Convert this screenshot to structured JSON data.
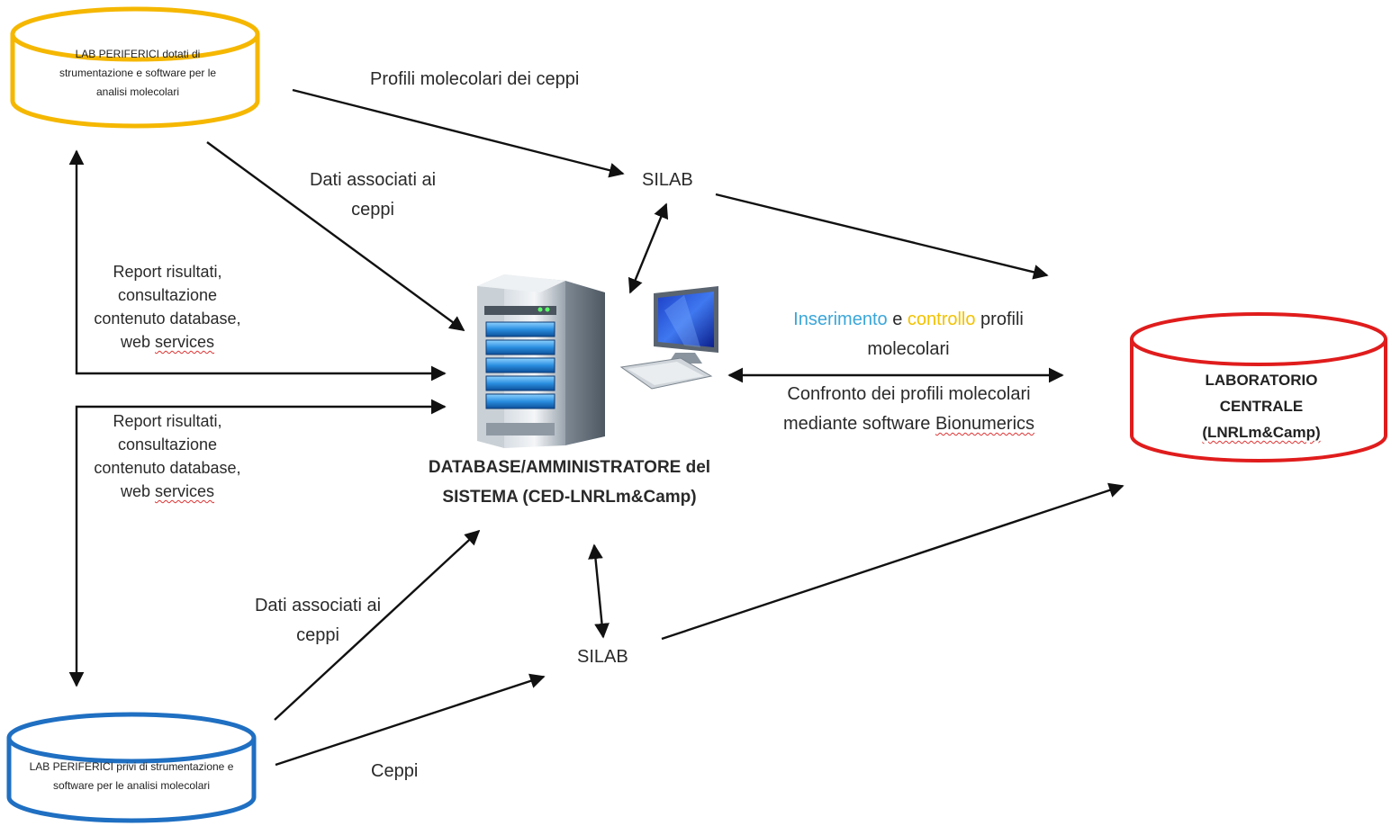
{
  "nodes": {
    "lab_periferici_top": {
      "text": "LAB PERIFERICI dotati di strumentazione e software per le analisi molecolari",
      "color": "#f5b700"
    },
    "lab_periferici_bottom": {
      "text": "LAB PERIFERICI privi di strumentazione e software per le analisi molecolari",
      "color": "#1f6fc2"
    },
    "laboratorio_centrale": {
      "line1": "LABORATORIO",
      "line2": "CENTRALE",
      "line3": "(LNRLm&Camp)",
      "color": "#e01c1c"
    },
    "database": {
      "line1": "DATABASE/AMMINISTRATORE del",
      "line2": "SISTEMA (CED-LNRLm&Camp)"
    },
    "silab_top": "SILAB",
    "silab_bottom": "SILAB"
  },
  "edge_labels": {
    "profili": "Profili molecolari dei ceppi",
    "dati_top": {
      "line1": "Dati associati ai",
      "line2": "ceppi"
    },
    "report_top": {
      "line1": "Report risultati,",
      "line2": "consultazione",
      "line3": "contenuto database,",
      "line4_a": "web ",
      "line4_b": "services"
    },
    "report_bottom": {
      "line1": "Report risultati,",
      "line2": "consultazione",
      "line3": "contenuto database,",
      "line4_a": "web ",
      "line4_b": "services"
    },
    "inserimento": {
      "w1": "Inserimento",
      "w2": " e ",
      "w3": "controllo",
      "w4": " profili",
      "line2": "molecolari"
    },
    "confronto": {
      "line1": "Confronto dei profili molecolari",
      "line2_a": "mediante software ",
      "line2_b": "Bionumerics"
    },
    "dati_bottom": {
      "line1": "Dati associati ai",
      "line2": "ceppi"
    },
    "ceppi": "Ceppi"
  },
  "colors": {
    "inserimento": "#3aa6d9",
    "controllo": "#f2c200",
    "arrow": "#111111"
  }
}
